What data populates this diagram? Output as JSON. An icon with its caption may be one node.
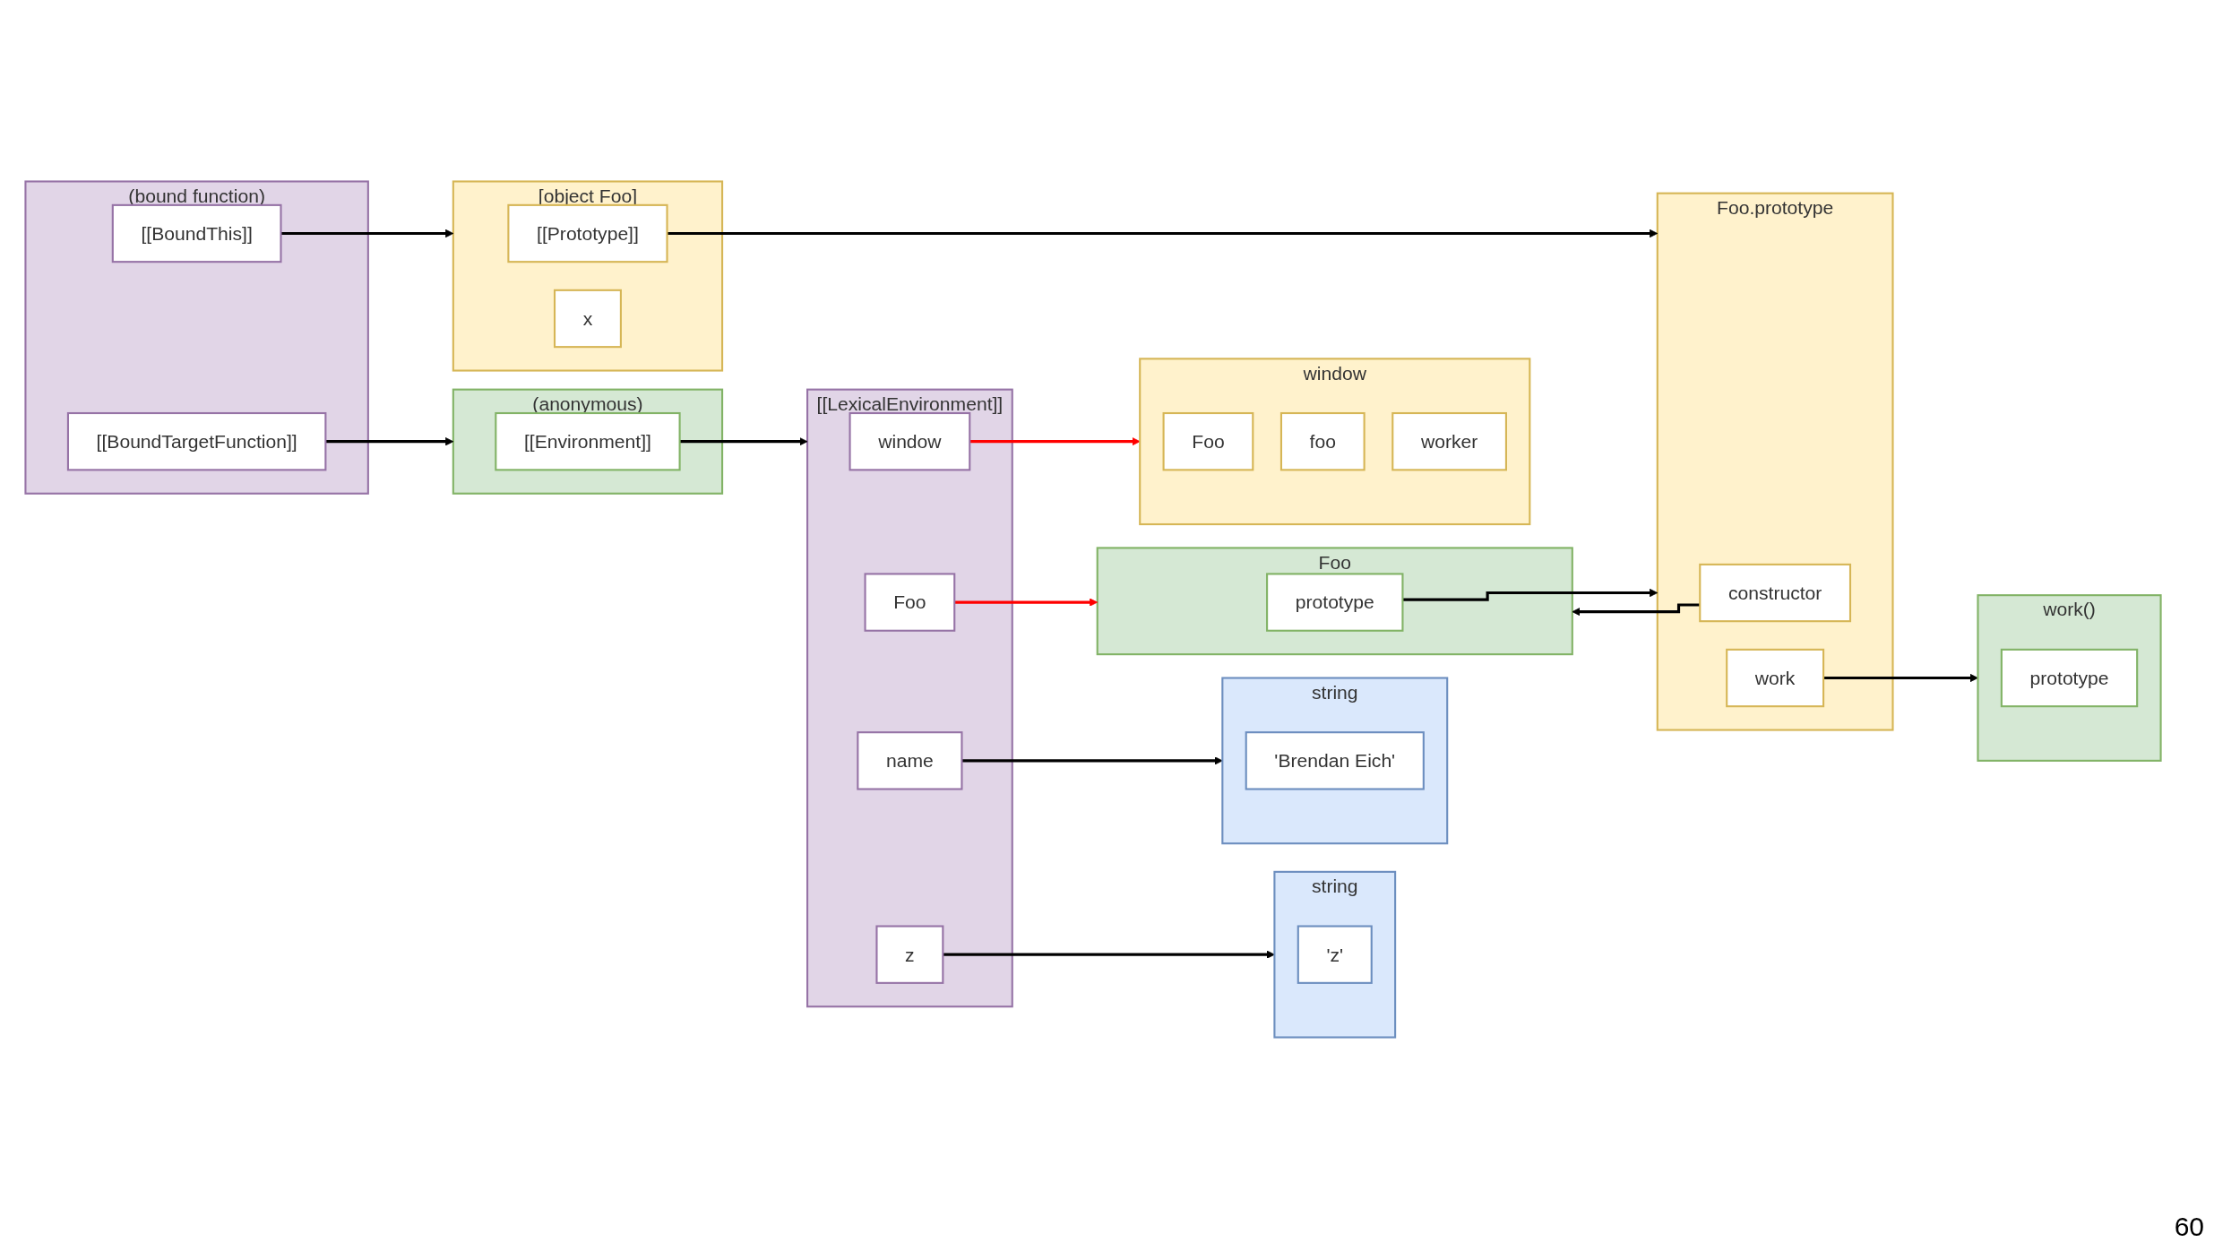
{
  "diagram": {
    "nodes": [
      {
        "text": [
          "Foo"
        ]
      },
      {
        "text": [
          "prototype"
        ],
        "in": 0
      },
      {
        "text": [
          "Foo.prototype"
        ]
      },
      {
        "text": [
          "constructor"
        ],
        "in": 2
      },
      {
        "text": [
          "work"
        ],
        "in": 2
      },
      {
        "text": [
          "work()"
        ]
      },
      {
        "text": [
          "prototype"
        ],
        "in": 5
      },
      {
        "text": [
          "window"
        ]
      },
      {
        "text": [
          "Foo"
        ],
        "in": 7
      },
      {
        "text": [
          "foo"
        ],
        "in": 7
      },
      {
        "text": [
          "worker"
        ],
        "in": 7
      },
      {
        "text": [
          "[object Foo]"
        ]
      },
      {
        "text": [
          "[[Prototype]]"
        ],
        "in": 11
      },
      {
        "text": [
          "x"
        ],
        "in": 11
      },
      {
        "text": [
          "(bound function)"
        ]
      },
      {
        "text": [
          "[[BoundThis]]"
        ],
        "in": 14
      },
      {
        "text": [
          "[[BoundTargetFunction]]"
        ],
        "in": 14
      },
      {
        "text": [
          "[[LexicalEnvironment]]"
        ]
      },
      {
        "text": [
          "window"
        ],
        "in": 17
      },
      {
        "text": [
          "Foo"
        ],
        "in": 17
      },
      {
        "text": [
          "name"
        ],
        "in": 17
      },
      {
        "text": [
          "z"
        ],
        "in": 17
      },
      {
        "text": [
          "(anonymous)"
        ]
      },
      {
        "text": [
          "[[Environment]]"
        ],
        "in": 22
      },
      {
        "text": [
          "string"
        ]
      },
      {
        "text": [
          "'Brendan Eich'"
        ],
        "in": 24
      },
      {
        "text": [
          "string"
        ]
      },
      {
        "text": [
          "'z'"
        ],
        "in": 26
      }
    ],
    "edges": [
      {
        "from": 1,
        "to": 2,
        "arrow": "to"
      },
      {
        "from": 3,
        "to": 0,
        "arrow": "to"
      },
      {
        "from": 4,
        "to": 5,
        "arrow": "to"
      },
      {
        "from": 12,
        "to": 2,
        "arrow": "to"
      },
      {
        "from": 15,
        "to": 11,
        "arrow": "to"
      },
      {
        "from": 16,
        "to": 22,
        "arrow": "to"
      },
      {
        "from": 23,
        "to": 17,
        "arrow": "to"
      },
      {
        "from": 18,
        "to": 7,
        "arrow": "to",
        "color": "#ff0000"
      },
      {
        "from": 19,
        "to": 0,
        "arrow": "to",
        "color": "#ff0000"
      },
      {
        "from": 20,
        "to": 24,
        "arrow": "to"
      },
      {
        "from": 21,
        "to": 26,
        "arrow": "to"
      }
    ],
    "labels": [
      "60"
    ]
  }
}
